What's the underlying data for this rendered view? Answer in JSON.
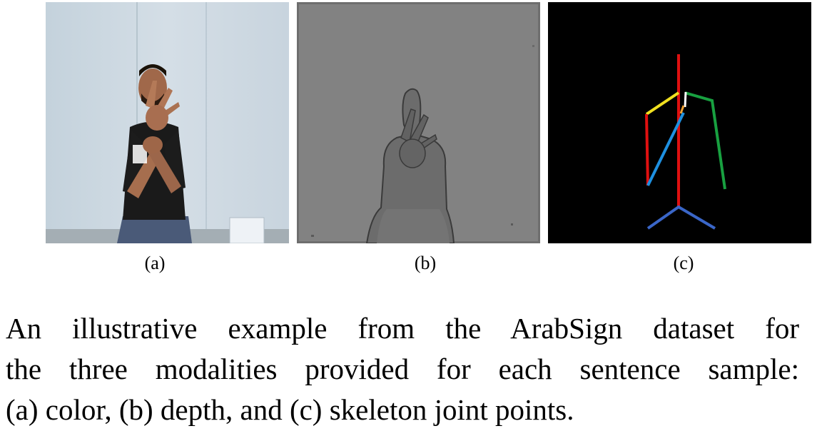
{
  "figure": {
    "panels": [
      {
        "id": "a",
        "label": "(a)",
        "content": "color frame: signer gesturing with both hands in front of face"
      },
      {
        "id": "b",
        "label": "(b)",
        "content": "depth frame: grey silhouette of signer"
      },
      {
        "id": "c",
        "label": "(c)",
        "content": "skeleton joint points on black background"
      }
    ],
    "skeleton_colors": {
      "spine": "#e01010",
      "right_upper_arm": "#f0e020",
      "right_forearm": "#e01010",
      "left_upper_arm": "#18a040",
      "cross_arm": "#1e90e0",
      "legs": "#3a66c8",
      "hand_tip": "#ffffff",
      "wrist": "#f0a030"
    }
  },
  "caption": {
    "line1": "An illustrative example from the ArabSign dataset for",
    "line2": "the three modalities provided for each sentence sample:",
    "line3": "(a) color, (b) depth, and (c) skeleton joint points."
  }
}
